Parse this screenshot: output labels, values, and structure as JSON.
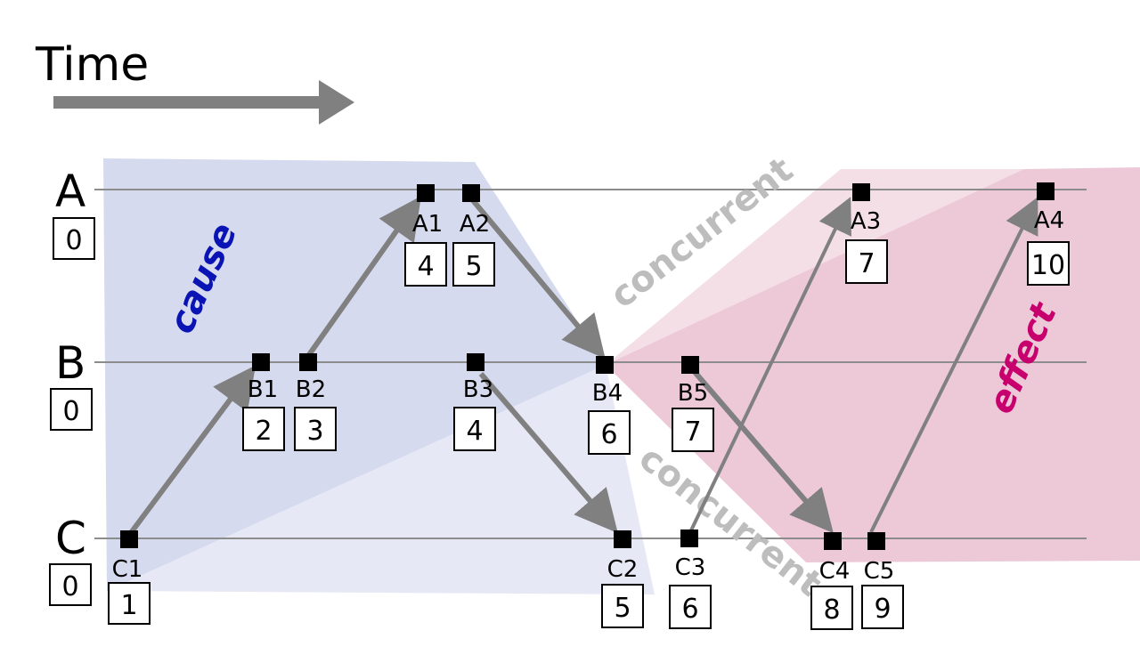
{
  "time_label": "Time",
  "processes": [
    {
      "name": "A",
      "initial_clock": "0"
    },
    {
      "name": "B",
      "initial_clock": "0"
    },
    {
      "name": "C",
      "initial_clock": "0"
    }
  ],
  "events": [
    {
      "id": "C1",
      "clock": "1"
    },
    {
      "id": "B1",
      "clock": "2"
    },
    {
      "id": "B2",
      "clock": "3"
    },
    {
      "id": "A1",
      "clock": "4"
    },
    {
      "id": "A2",
      "clock": "5"
    },
    {
      "id": "B3",
      "clock": "4"
    },
    {
      "id": "B4",
      "clock": "6"
    },
    {
      "id": "C2",
      "clock": "5"
    },
    {
      "id": "B5",
      "clock": "7"
    },
    {
      "id": "C3",
      "clock": "6"
    },
    {
      "id": "A3",
      "clock": "7"
    },
    {
      "id": "C4",
      "clock": "8"
    },
    {
      "id": "C5",
      "clock": "9"
    },
    {
      "id": "A4",
      "clock": "10"
    }
  ],
  "region_labels": {
    "cause": "cause",
    "effect": "effect",
    "concurrent_top": "concurrent",
    "concurrent_bottom": "concurrent"
  },
  "colors": {
    "cause_region": "#d6daee",
    "cause_light": "#e6e8f5",
    "effect_region": "#edc9d8",
    "effect_light": "#f4dfe7",
    "cause_text": "#0a14b4",
    "effect_text": "#c8006e",
    "concurrent_text": "#bdbdbd",
    "arrow": "#808080"
  }
}
